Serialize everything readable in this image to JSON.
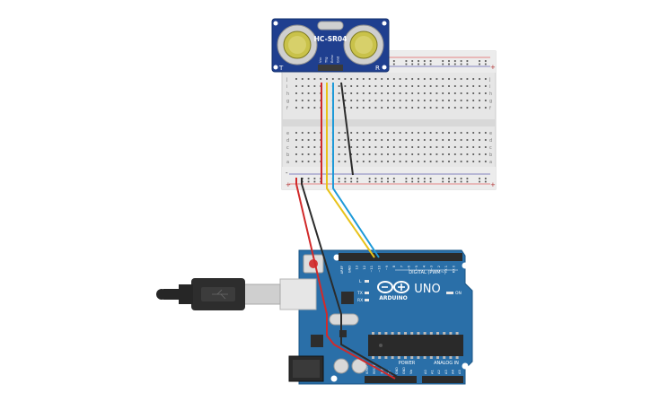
{
  "sensor": {
    "model": "HC-SR04",
    "left_mark": "T",
    "right_mark": "R",
    "pins": [
      "Vcc",
      "Trig",
      "Echo",
      "Gnd"
    ]
  },
  "breadboard": {
    "rail_plus": "+",
    "rail_minus": "-",
    "row_letters_top": [
      "j",
      "i",
      "h",
      "g",
      "f"
    ],
    "row_letters_bottom": [
      "e",
      "d",
      "c",
      "b",
      "a"
    ]
  },
  "arduino": {
    "brand": "ARDUINO",
    "model": "UNO",
    "digital_label": "DIGITAL (PWM~)",
    "power_label": "POWER",
    "analog_label": "ANALOG IN",
    "on_label": "ON",
    "tx_label": "TX",
    "rx_label": "RX",
    "l_label": "L",
    "digital_pins": [
      "AREF",
      "GND",
      "13",
      "12",
      "~11",
      "~10",
      "~9",
      "8",
      "7",
      "~6",
      "~5",
      "4",
      "~3",
      "2",
      "TX 1",
      "RX 0"
    ],
    "power_pins": [
      "IOREF",
      "RESET",
      "3.3V",
      "5V",
      "GND",
      "GND",
      "Vin"
    ],
    "analog_pins": [
      "A0",
      "A1",
      "A2",
      "A3",
      "A4",
      "A5"
    ]
  },
  "colors": {
    "sensor_pcb": "#1f3f8f",
    "board_pcb": "#2a6fa8",
    "breadboard": "#e4e4e4",
    "wire_red": "#d12a2a",
    "wire_black": "#2b2b2b",
    "wire_yellow": "#e8c21a",
    "wire_blue": "#1e9ad8"
  }
}
